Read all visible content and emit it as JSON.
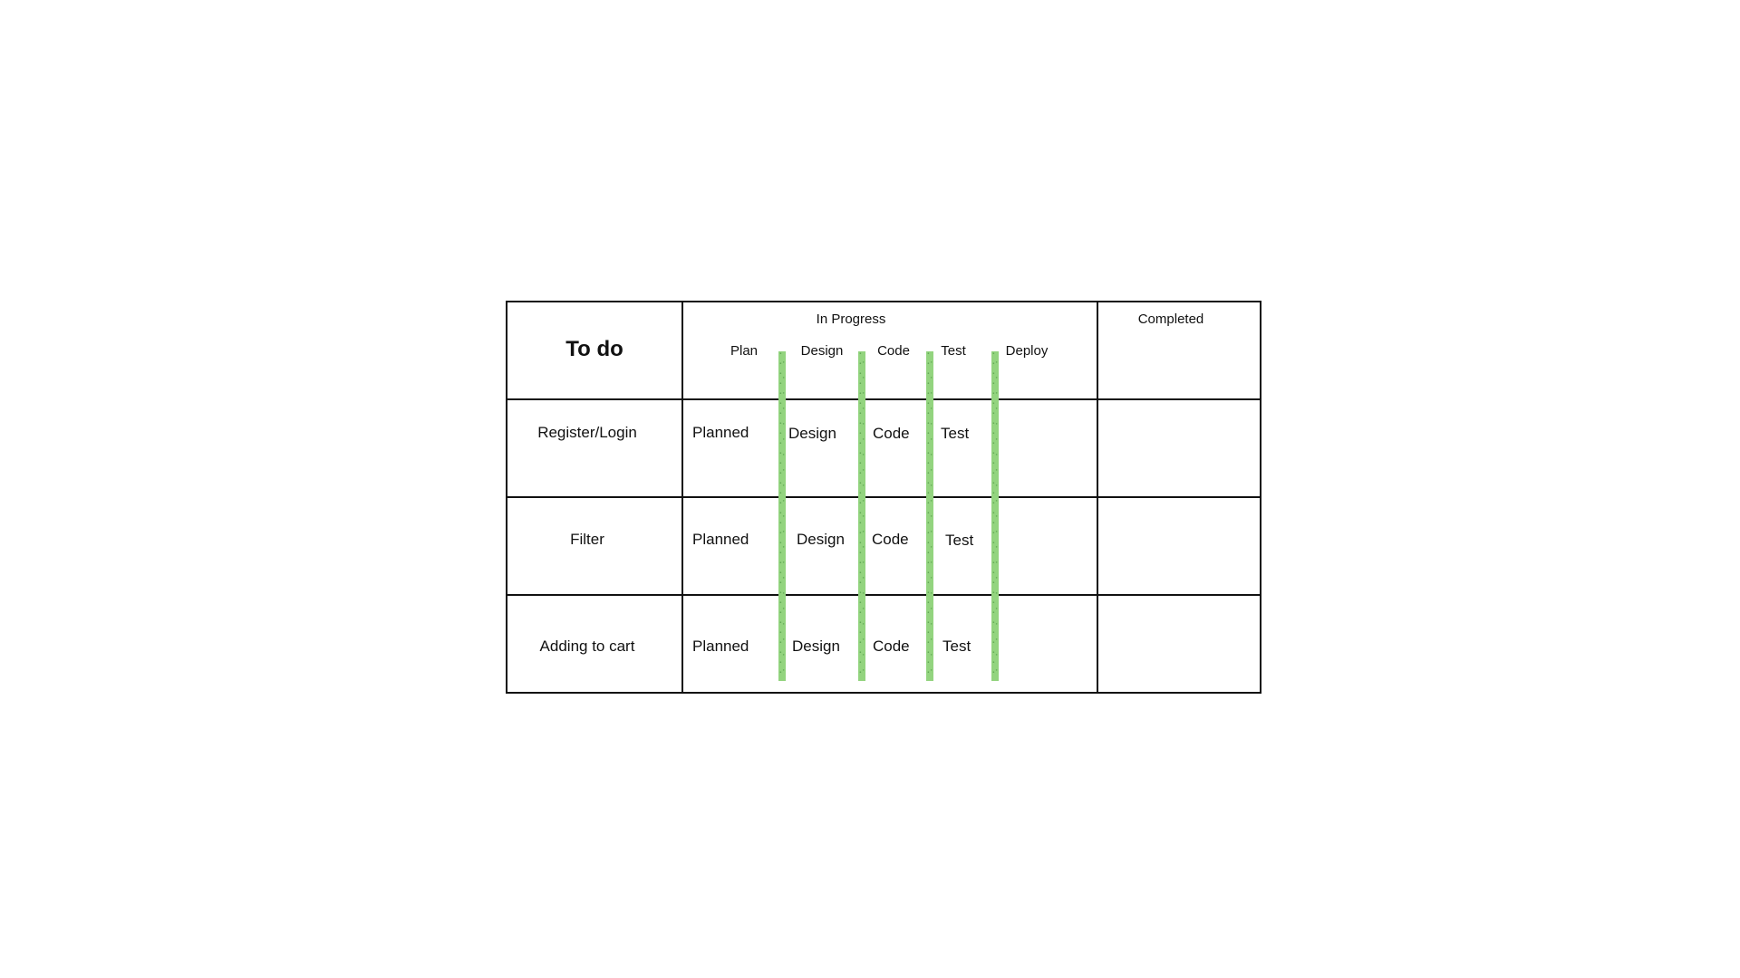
{
  "board": {
    "headers": {
      "todo": "To do",
      "in_progress": "In Progress",
      "completed": "Completed"
    },
    "stages": [
      "Plan",
      "Design",
      "Code",
      "Test",
      "Deploy"
    ],
    "rows": [
      {
        "task": "Register/Login",
        "plan": "Planned",
        "design": "Design",
        "code": "Code",
        "test": "Test"
      },
      {
        "task": "Filter",
        "plan": "Planned",
        "design": "Design",
        "code": "Code",
        "test": "Test"
      },
      {
        "task": "Adding to cart",
        "plan": "Planned",
        "design": "Design",
        "code": "Code",
        "test": "Test"
      }
    ],
    "colors": {
      "border": "#111111",
      "stage_divider": "#93d47f"
    }
  }
}
